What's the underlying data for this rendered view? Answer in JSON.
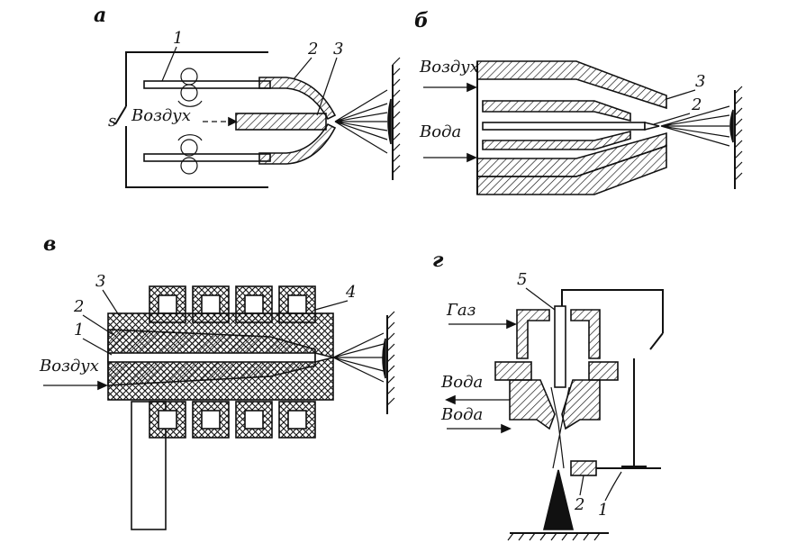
{
  "panels": {
    "a": {
      "letter": "а",
      "labels": {
        "n1": "1",
        "n2": "2",
        "n3": "3",
        "air": "Воздух",
        "s": "s"
      }
    },
    "b": {
      "letter": "б",
      "labels": {
        "air": "Воздух",
        "water": "Вода",
        "n2": "2",
        "n3": "3"
      }
    },
    "v": {
      "letter": "в",
      "labels": {
        "n1": "1",
        "n2": "2",
        "n3": "3",
        "n4": "4",
        "air": "Воздух"
      }
    },
    "g": {
      "letter": "г",
      "labels": {
        "n5": "5",
        "gas": "Газ",
        "water1": "Вода",
        "water2": "Вода",
        "n2": "2",
        "n1": "1"
      }
    }
  }
}
